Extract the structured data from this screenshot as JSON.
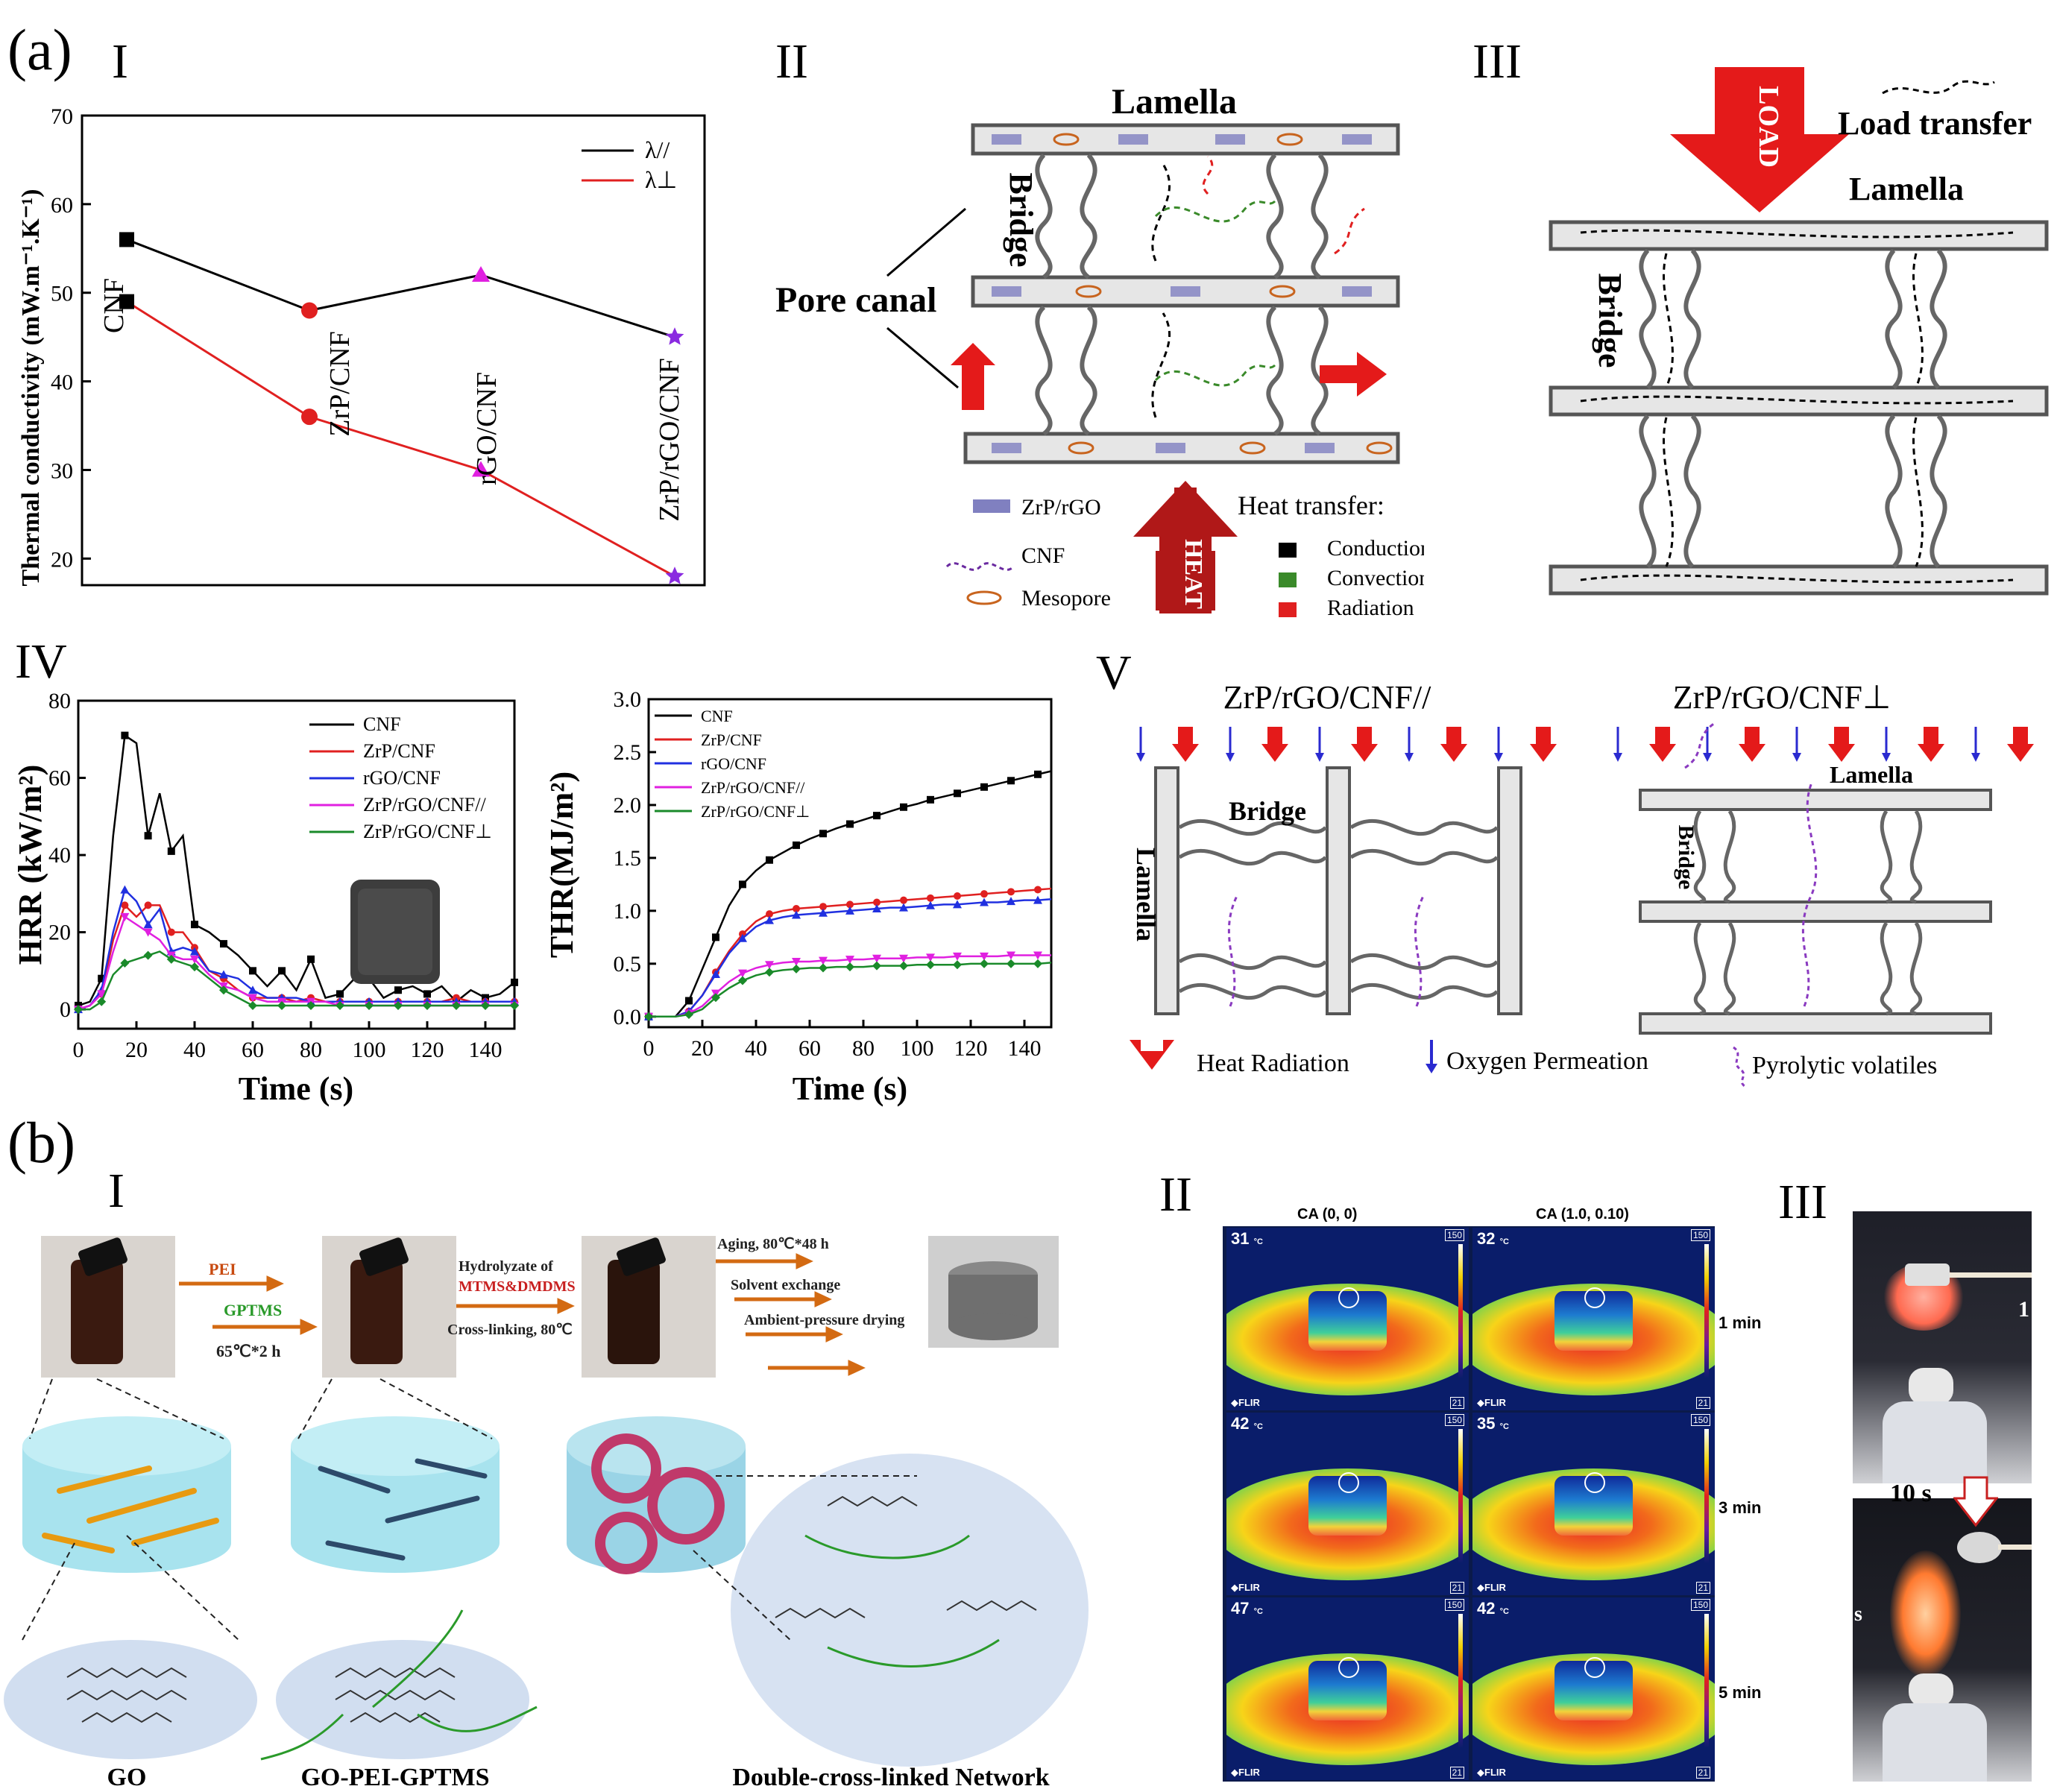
{
  "panel_labels": {
    "a": "(a)",
    "b": "(b)"
  },
  "subpanels": {
    "aI": "I",
    "aII": "II",
    "aIII": "III",
    "aIV": "IV",
    "aV": "V",
    "bI": "I",
    "bII": "II",
    "bIII": "III"
  },
  "aI": {
    "ylabel": "Thermal conductivity (mW.m⁻¹.K⁻¹)",
    "legend": [
      "λ//",
      "λ⊥"
    ],
    "yticks": [
      "20",
      "30",
      "40",
      "50",
      "60",
      "70"
    ],
    "sample_labels": [
      "CNF",
      "ZrP/CNF",
      "rGO/CNF",
      "ZrP/rGO/CNF"
    ]
  },
  "aII": {
    "lamella": "Lamella",
    "bridge": "Bridge",
    "pore_canal": "Pore canal",
    "legend_zrp": "ZrP/rGO",
    "legend_cnf": "CNF",
    "legend_meso": "Mesopore",
    "heat": "HEAT",
    "heat_transfer": "Heat transfer:",
    "conduction": "Conduction",
    "convection": "Convection",
    "radiation": "Radiation"
  },
  "aIII": {
    "load": "LOAD",
    "load_transfer": "Load transfer",
    "lamella": "Lamella",
    "bridge": "Bridge"
  },
  "aIV_hrr": {
    "ylabel": "HRR (kW/m²)",
    "xlabel": "Time (s)",
    "xticks": [
      "0",
      "20",
      "40",
      "60",
      "80",
      "100",
      "120",
      "140"
    ],
    "yticks": [
      "0",
      "20",
      "40",
      "60",
      "80"
    ],
    "legend": [
      "CNF",
      "ZrP/CNF",
      "rGO/CNF",
      "ZrP/rGO/CNF//",
      "ZrP/rGO/CNF⊥"
    ]
  },
  "aIV_thr": {
    "ylabel": "THR(MJ/m²)",
    "xlabel": "Time (s)",
    "xticks": [
      "0",
      "20",
      "40",
      "60",
      "80",
      "100",
      "120",
      "140"
    ],
    "yticks": [
      "0.0",
      "0.5",
      "1.0",
      "1.5",
      "2.0",
      "2.5",
      "3.0"
    ],
    "legend": [
      "CNF",
      "ZrP/CNF",
      "rGO/CNF",
      "ZrP/rGO/CNF//",
      "ZrP/rGO/CNF⊥"
    ]
  },
  "aV": {
    "left_title": "ZrP/rGO/CNF//",
    "right_title": "ZrP/rGO/CNF⊥",
    "bridge": "Bridge",
    "lamella": "Lamella",
    "legend_heat": "Heat Radiation",
    "legend_oxygen": "Oxygen Permeation",
    "legend_pyro": "Pyrolytic volatiles"
  },
  "bI": {
    "step1_a": "PEI",
    "step1_b": "GPTMS",
    "step1_c": "65℃*2 h",
    "step2_a": "Hydrolyzate of",
    "step2_b": "MTMS&DMDMS",
    "step2_c": "Cross-linking, 80℃",
    "step3_a": "Aging, 80℃*48 h",
    "step3_b": "Solvent exchange",
    "step3_c": "Ambient-pressure drying",
    "cap1": "GO",
    "cap2": "GO-PEI-GPTMS",
    "cap3": "Double-cross-linked Network"
  },
  "bII": {
    "col1": "CA (0, 0)",
    "col2": "CA (1.0, 0.10)",
    "rows": [
      {
        "time": "1 min",
        "t1": "31",
        "t2": "32"
      },
      {
        "time": "3 min",
        "t1": "42",
        "t2": "35"
      },
      {
        "time": "5 min",
        "t1": "47",
        "t2": "42"
      }
    ],
    "scale_max": "150",
    "scale_min": "21",
    "flir": "FLIR",
    "unit": "°C"
  },
  "bIII": {
    "t_label": "10 s",
    "top_edge": "1",
    "bottom_edge": "s"
  },
  "chart_data": [
    {
      "type": "line",
      "categories": [
        "CNF",
        "ZrP/CNF",
        "rGO/CNF",
        "ZrP/rGO/CNF"
      ],
      "series": [
        {
          "name": "λ//",
          "values": [
            56,
            48,
            52,
            45
          ],
          "color": "#000000"
        },
        {
          "name": "λ⊥",
          "values": [
            49,
            36,
            30,
            18
          ],
          "color": "#e02020"
        }
      ],
      "ylabel": "Thermal conductivity (mW.m⁻¹.K⁻¹)",
      "ylim": [
        17,
        70
      ]
    },
    {
      "type": "line",
      "x": [
        0,
        4,
        8,
        12,
        16,
        20,
        24,
        28,
        32,
        36,
        40,
        45,
        50,
        55,
        60,
        65,
        70,
        75,
        80,
        85,
        90,
        95,
        100,
        105,
        110,
        115,
        120,
        125,
        130,
        135,
        140,
        145,
        150
      ],
      "series": [
        {
          "name": "CNF",
          "values": [
            1,
            2,
            8,
            45,
            71,
            69,
            45,
            56,
            41,
            45,
            22,
            20,
            17,
            14,
            10,
            6,
            10,
            5,
            13,
            3,
            4,
            8,
            8,
            3,
            5,
            6,
            4,
            6,
            2,
            5,
            3,
            4,
            7
          ],
          "color": "#000000"
        },
        {
          "name": "ZrP/CNF",
          "values": [
            0,
            1,
            4,
            18,
            27,
            24,
            27,
            27,
            20,
            20,
            16,
            10,
            8,
            5,
            3,
            3,
            3,
            2,
            3,
            2,
            2,
            2,
            2,
            2,
            2,
            2,
            2,
            2,
            3,
            2,
            2,
            2,
            2
          ],
          "color": "#e02020"
        },
        {
          "name": "rGO/CNF",
          "values": [
            0,
            1,
            5,
            20,
            31,
            28,
            22,
            26,
            15,
            16,
            15,
            10,
            9,
            8,
            5,
            3,
            3,
            3,
            2,
            2,
            2,
            2,
            2,
            2,
            2,
            2,
            2,
            2,
            2,
            2,
            2,
            2,
            2
          ],
          "color": "#2030e0"
        },
        {
          "name": "ZrP/rGO/CNF//",
          "values": [
            0,
            1,
            4,
            15,
            24,
            22,
            20,
            18,
            14,
            13,
            13,
            9,
            6,
            5,
            3,
            2,
            2,
            2,
            2,
            2,
            1,
            1,
            1,
            1,
            1,
            1,
            1,
            1,
            1,
            1,
            1,
            1,
            1
          ],
          "color": "#e020e0"
        },
        {
          "name": "ZrP/rGO/CNF⊥",
          "values": [
            0,
            0,
            2,
            9,
            12,
            13,
            14,
            15,
            13,
            12,
            11,
            8,
            5,
            3,
            1,
            1,
            1,
            1,
            1,
            1,
            1,
            1,
            1,
            1,
            1,
            1,
            1,
            1,
            1,
            1,
            1,
            1,
            1
          ],
          "color": "#1a8a2a"
        }
      ],
      "xlabel": "Time (s)",
      "ylabel": "HRR (kW/m²)",
      "xlim": [
        0,
        150
      ],
      "ylim": [
        -5,
        80
      ]
    },
    {
      "type": "line",
      "x": [
        0,
        10,
        15,
        20,
        25,
        30,
        35,
        40,
        45,
        50,
        55,
        60,
        65,
        70,
        75,
        80,
        85,
        90,
        95,
        100,
        105,
        110,
        115,
        120,
        125,
        130,
        135,
        140,
        145,
        150
      ],
      "series": [
        {
          "name": "CNF",
          "values": [
            0,
            0,
            0.15,
            0.45,
            0.75,
            1.05,
            1.25,
            1.38,
            1.48,
            1.55,
            1.62,
            1.68,
            1.73,
            1.78,
            1.82,
            1.86,
            1.9,
            1.94,
            1.98,
            2.01,
            2.05,
            2.08,
            2.11,
            2.14,
            2.17,
            2.2,
            2.23,
            2.26,
            2.29,
            2.32
          ],
          "color": "#000000"
        },
        {
          "name": "ZrP/CNF",
          "values": [
            0,
            0,
            0.05,
            0.2,
            0.42,
            0.62,
            0.78,
            0.9,
            0.97,
            1.0,
            1.02,
            1.03,
            1.04,
            1.05,
            1.06,
            1.07,
            1.08,
            1.09,
            1.1,
            1.11,
            1.12,
            1.13,
            1.14,
            1.15,
            1.16,
            1.17,
            1.18,
            1.19,
            1.2,
            1.21
          ],
          "color": "#e02020"
        },
        {
          "name": "rGO/CNF",
          "values": [
            0,
            0,
            0.05,
            0.2,
            0.4,
            0.6,
            0.74,
            0.85,
            0.91,
            0.94,
            0.96,
            0.97,
            0.98,
            0.99,
            1.0,
            1.01,
            1.02,
            1.03,
            1.03,
            1.04,
            1.05,
            1.06,
            1.06,
            1.07,
            1.08,
            1.08,
            1.09,
            1.1,
            1.1,
            1.11
          ],
          "color": "#2030e0"
        },
        {
          "name": "ZrP/rGO/CNF//",
          "values": [
            0,
            0,
            0.03,
            0.1,
            0.22,
            0.33,
            0.41,
            0.46,
            0.49,
            0.51,
            0.52,
            0.52,
            0.53,
            0.53,
            0.54,
            0.54,
            0.55,
            0.55,
            0.55,
            0.56,
            0.56,
            0.56,
            0.57,
            0.57,
            0.57,
            0.57,
            0.58,
            0.58,
            0.58,
            0.58
          ],
          "color": "#e020e0"
        },
        {
          "name": "ZrP/rGO/CNF⊥",
          "values": [
            0,
            0,
            0.02,
            0.07,
            0.18,
            0.27,
            0.34,
            0.39,
            0.42,
            0.44,
            0.45,
            0.46,
            0.46,
            0.47,
            0.47,
            0.47,
            0.48,
            0.48,
            0.48,
            0.49,
            0.49,
            0.49,
            0.49,
            0.5,
            0.5,
            0.5,
            0.5,
            0.5,
            0.5,
            0.51
          ],
          "color": "#1a8a2a"
        }
      ],
      "xlabel": "Time (s)",
      "ylabel": "THR(MJ/m²)",
      "xlim": [
        0,
        150
      ],
      "ylim": [
        -0.1,
        3.0
      ]
    }
  ]
}
